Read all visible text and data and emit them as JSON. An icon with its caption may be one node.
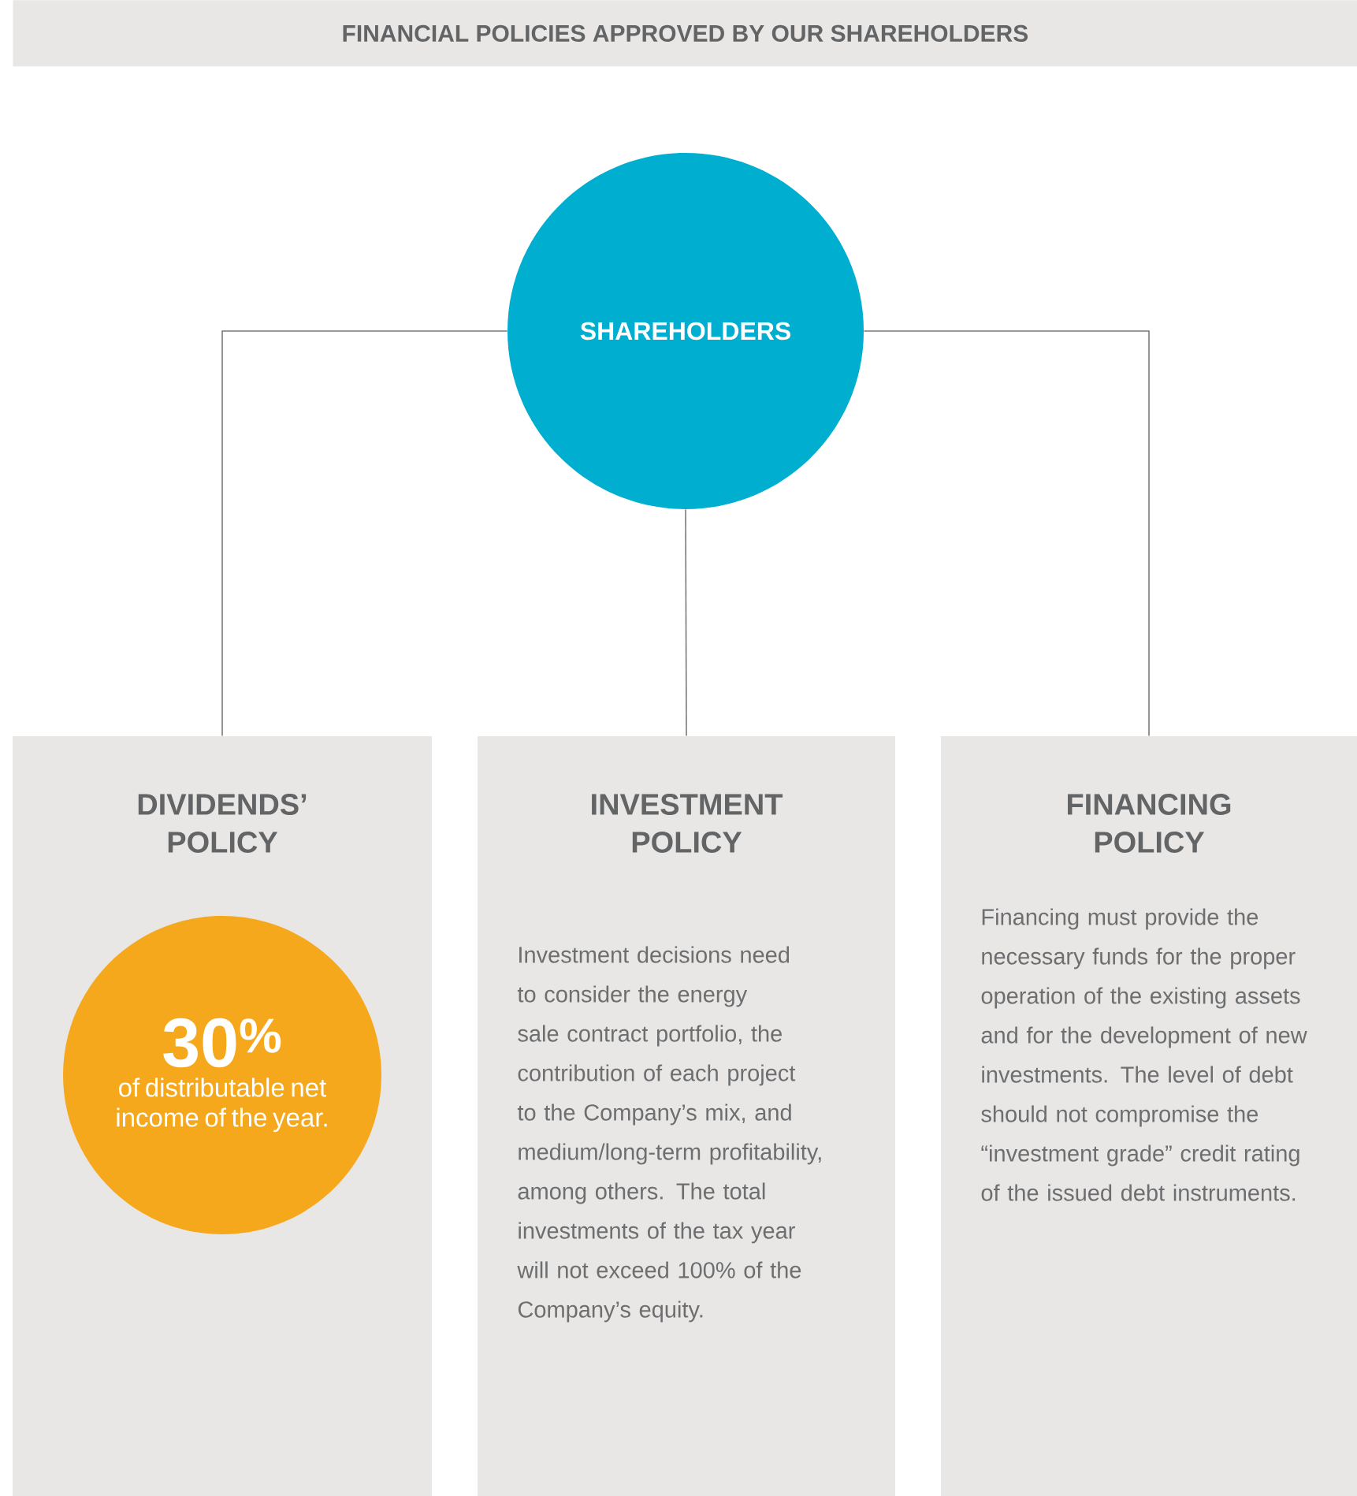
{
  "diagram": {
    "title": "FINANCIAL POLICIES APPROVED BY OUR SHAREHOLDERS",
    "nodes": [
      {
        "text": [
          "SHAREHOLDERS"
        ]
      },
      {
        "text": [
          "DIVIDENDS’ POLICY"
        ]
      },
      {
        "text": [
          "30$^{%}$",
          "of distributable net income of the year."
        ],
        "in": 1
      },
      {
        "text": [
          "INVESTMENT POLICY",
          "Investment decisions need to consider the energy sale contract portfolio, the contribution of each project to the Company’s mix, and medium/long-term profitability, among others. The total investments of the tax year will not exceed 100% of the Company’s equity."
        ]
      },
      {
        "text": [
          "FINANCING POLICY",
          "Financing must provide the necessary funds for the proper operation of the existing assets and for the development of new investments. The level of debt should not compromise the “investment grade” credit rating of the issued debt instruments."
        ]
      }
    ],
    "edges": [
      {
        "from": 0,
        "to": 1,
        "arrow": "none"
      },
      {
        "from": 0,
        "to": 3,
        "arrow": "none"
      },
      {
        "from": 0,
        "to": 4,
        "arrow": "none"
      }
    ]
  }
}
